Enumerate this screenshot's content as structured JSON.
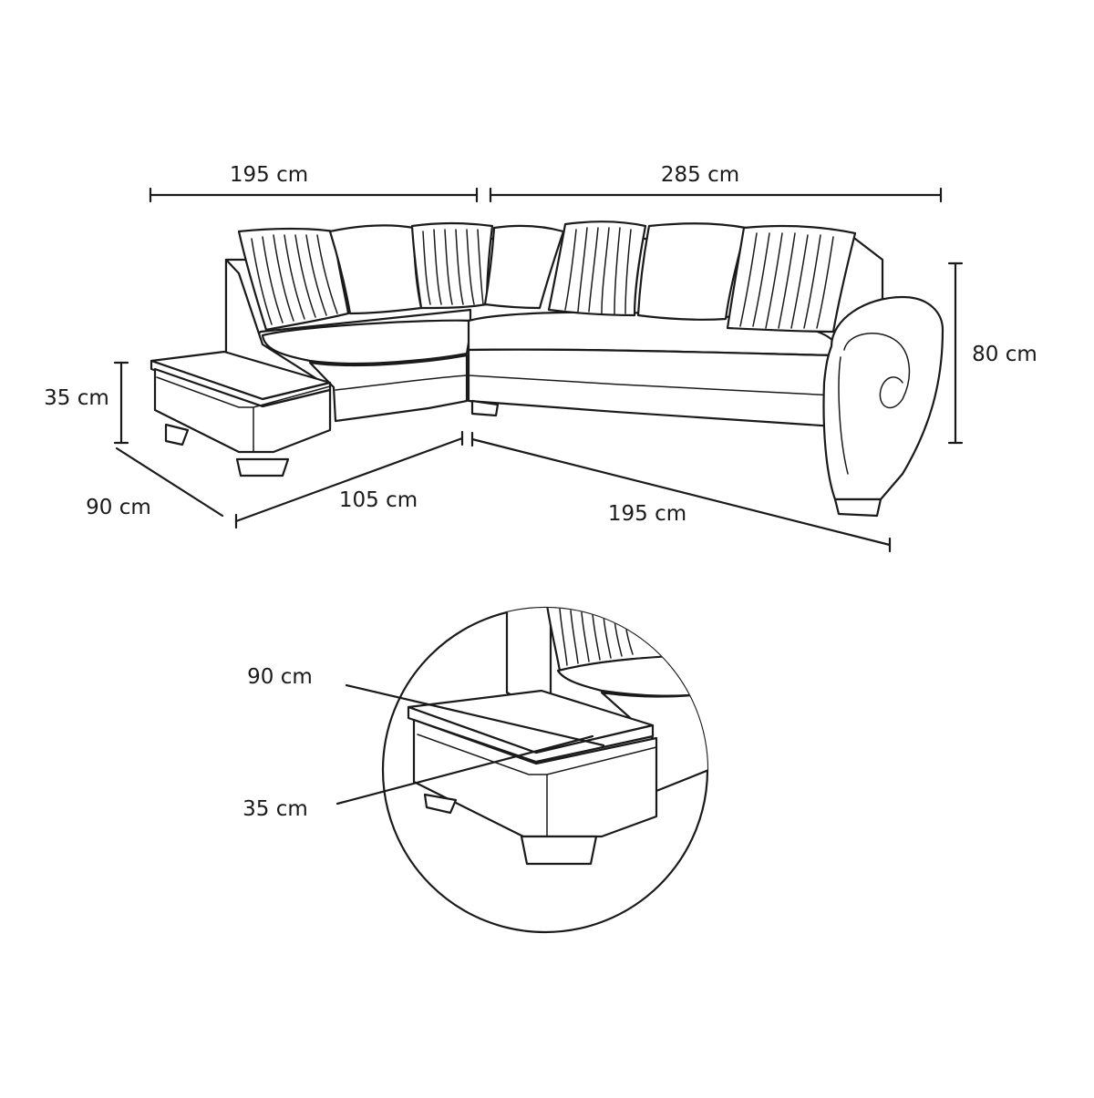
{
  "dimensions": {
    "top_left_width": "195 cm",
    "top_right_width": "285 cm",
    "height": "80 cm",
    "chaise_height": "35 cm",
    "depth": "90 cm",
    "bottom_left_length": "105 cm",
    "bottom_right_length": "195 cm"
  },
  "detail": {
    "top_label": "90 cm",
    "bottom_label": "35 cm"
  },
  "colors": {
    "line": "#1a1a1a",
    "background": "#ffffff"
  }
}
